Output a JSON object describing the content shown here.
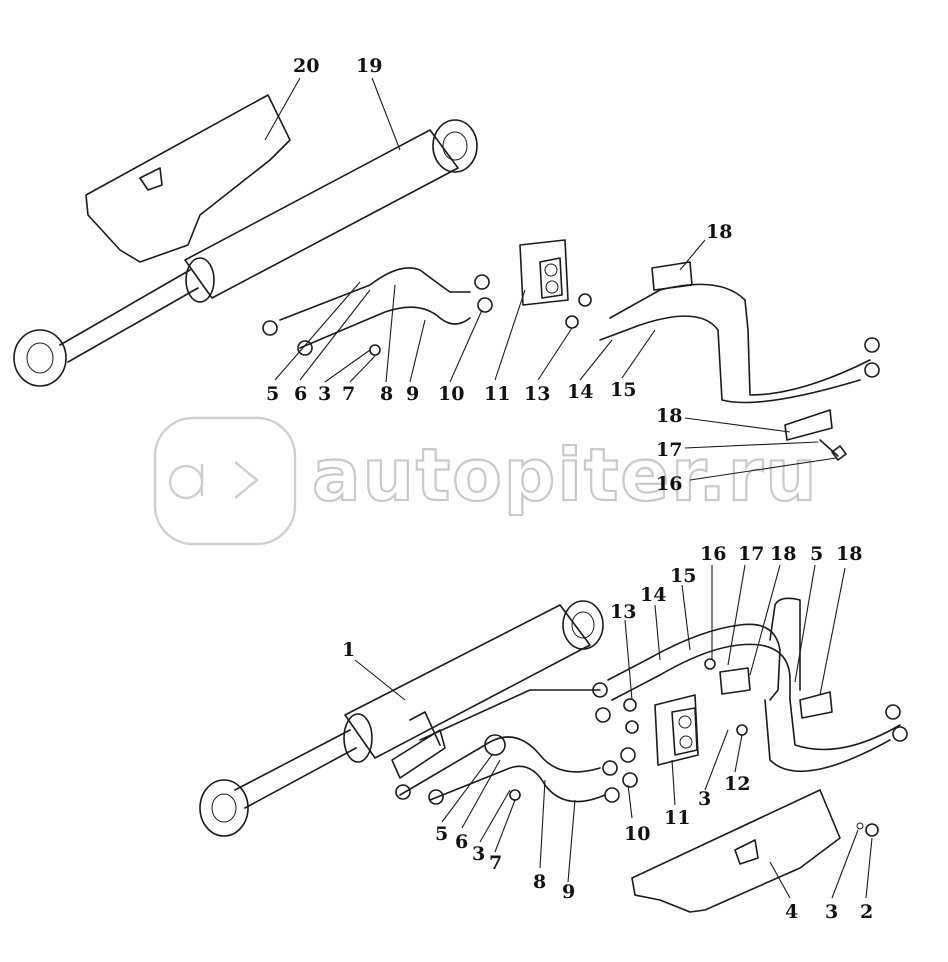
{
  "watermark": {
    "text": "autopiter.ru",
    "logo_icon": "autopiter-logo-icon",
    "color": "#c9c9c9"
  },
  "upper_assembly": {
    "callouts": [
      {
        "id": "u20",
        "text": "20"
      },
      {
        "id": "u19",
        "text": "19"
      },
      {
        "id": "u18a",
        "text": "18"
      },
      {
        "id": "u5",
        "text": "5"
      },
      {
        "id": "u6",
        "text": "6"
      },
      {
        "id": "u3",
        "text": "3"
      },
      {
        "id": "u7",
        "text": "7"
      },
      {
        "id": "u8",
        "text": "8"
      },
      {
        "id": "u9",
        "text": "9"
      },
      {
        "id": "u10",
        "text": "10"
      },
      {
        "id": "u11",
        "text": "11"
      },
      {
        "id": "u13",
        "text": "13"
      },
      {
        "id": "u14",
        "text": "14"
      },
      {
        "id": "u15",
        "text": "15"
      },
      {
        "id": "u18b",
        "text": "18"
      },
      {
        "id": "u17",
        "text": "17"
      },
      {
        "id": "u16",
        "text": "16"
      }
    ]
  },
  "lower_assembly": {
    "callouts": [
      {
        "id": "l1",
        "text": "1"
      },
      {
        "id": "l16",
        "text": "16"
      },
      {
        "id": "l17",
        "text": "17"
      },
      {
        "id": "l18a",
        "text": "18"
      },
      {
        "id": "l5a",
        "text": "5"
      },
      {
        "id": "l18b",
        "text": "18"
      },
      {
        "id": "l15",
        "text": "15"
      },
      {
        "id": "l14",
        "text": "14"
      },
      {
        "id": "l13",
        "text": "13"
      },
      {
        "id": "l12",
        "text": "12"
      },
      {
        "id": "l3a",
        "text": "3"
      },
      {
        "id": "l11",
        "text": "11"
      },
      {
        "id": "l10",
        "text": "10"
      },
      {
        "id": "l5b",
        "text": "5"
      },
      {
        "id": "l6",
        "text": "6"
      },
      {
        "id": "l3b",
        "text": "3"
      },
      {
        "id": "l7",
        "text": "7"
      },
      {
        "id": "l8",
        "text": "8"
      },
      {
        "id": "l9",
        "text": "9"
      },
      {
        "id": "l4",
        "text": "4"
      },
      {
        "id": "l3c",
        "text": "3"
      },
      {
        "id": "l2",
        "text": "2"
      }
    ]
  }
}
